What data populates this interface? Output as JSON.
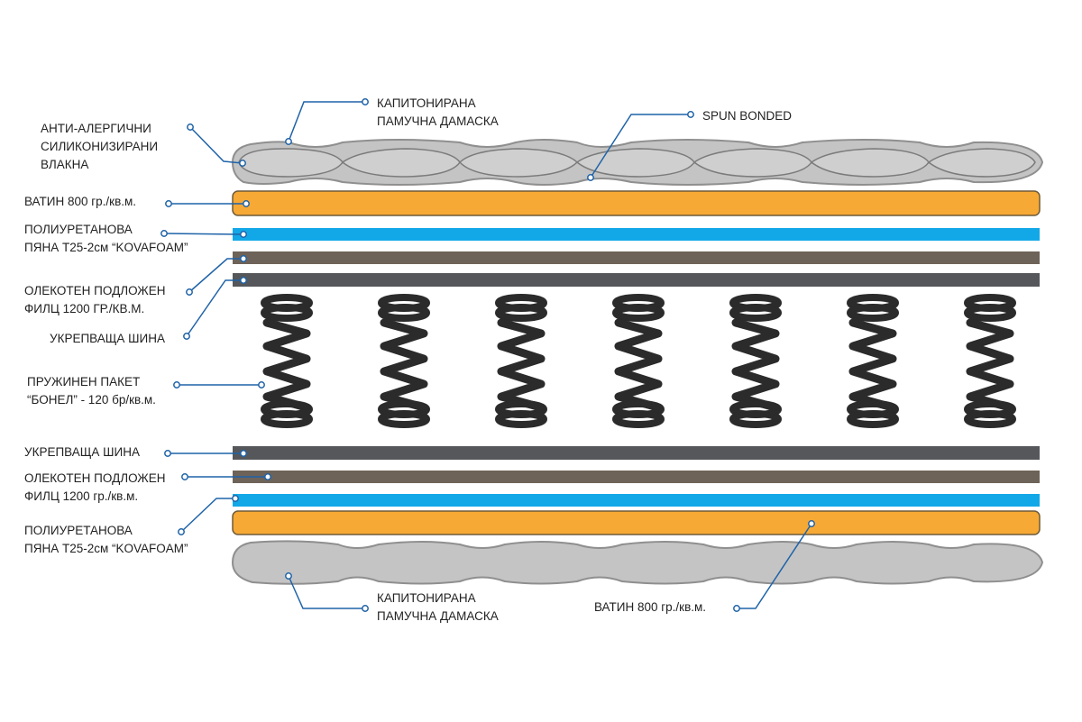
{
  "labels": {
    "silicone_fibers": [
      "АНТИ-АЛЕРГИЧНИ",
      "СИЛИКОНИЗИРАНИ",
      "ВЛАКНА"
    ],
    "damask_top": [
      "КАПИТОНИРАНА",
      "ПАМУЧНА ДАМАСКА"
    ],
    "spun_bonded": [
      "SPUN BONDED"
    ],
    "wadding_top": [
      "ВАТИН 800 гр./кв.м."
    ],
    "foam_top": [
      "ПОЛИУРЕТАНОВА",
      "ПЯНА Т25-2см “KOVAFOAM”"
    ],
    "felt_top": [
      "ОЛЕКОТЕН ПОДЛОЖЕН",
      "ФИЛЦ 1200 ГР./КВ.М."
    ],
    "rail_top": [
      "УКРЕПВАЩА ШИНА"
    ],
    "springs": [
      "ПРУЖИНЕН ПАКЕТ",
      "“БОНЕЛ” - 120 бр/кв.м."
    ],
    "rail_bottom": [
      "УКРЕПВАЩА ШИНА"
    ],
    "felt_bottom": [
      "ОЛЕКОТЕН ПОДЛОЖЕН",
      "ФИЛЦ 1200 гр./кв.м."
    ],
    "foam_bottom": [
      "ПОЛИУРЕТАНОВА",
      "ПЯНА Т25-2см “KOVAFOAM”"
    ],
    "damask_bottom": [
      "КАПИТОНИРАНА",
      "ПАМУЧНА ДАМАСКА"
    ],
    "wadding_bottom": [
      "ВАТИН 800 гр./кв.м."
    ]
  },
  "colors": {
    "leader": "#1f63a8",
    "quilt_fill": "#c4c4c4",
    "quilt_stroke": "#8f8f8f",
    "wadding": "#f7a935",
    "wadding_stroke": "#6e5a3a",
    "foam": "#12a8e8",
    "felt": "#6e6358",
    "rail": "#55575a",
    "spring": "#2b2b2b"
  },
  "icons": {
    "spring": "coil-spring-icon",
    "quilt": "quilted-damask-icon"
  }
}
